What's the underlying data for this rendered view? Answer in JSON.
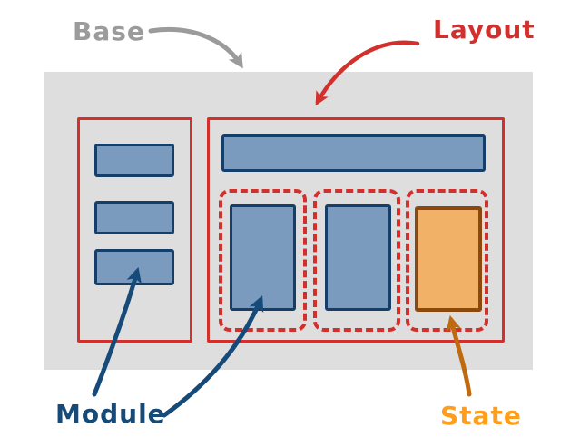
{
  "diagram": {
    "title": "SMACSS style categories diagram",
    "labels": {
      "base": "Base",
      "layout": "Layout",
      "module": "Module",
      "state": "State"
    },
    "colors": {
      "background": "#ffffff",
      "base_fill": "#dedede",
      "base_label_and_arrow": "#9b9b9b",
      "layout_red": "#d2302c",
      "module_fill": "#7b9bbe",
      "module_border": "#153f69",
      "module_label_and_arrow": "#164a78",
      "state_fill": "#f1b167",
      "state_border": "#8a4a0f",
      "state_arrow": "#c06a10",
      "state_label": "#ff9e1b"
    },
    "structure": {
      "sidebar_module_count": 3,
      "content_module_count": 3,
      "dashed_state_outline_count": 3,
      "header_bar_count": 1
    }
  }
}
